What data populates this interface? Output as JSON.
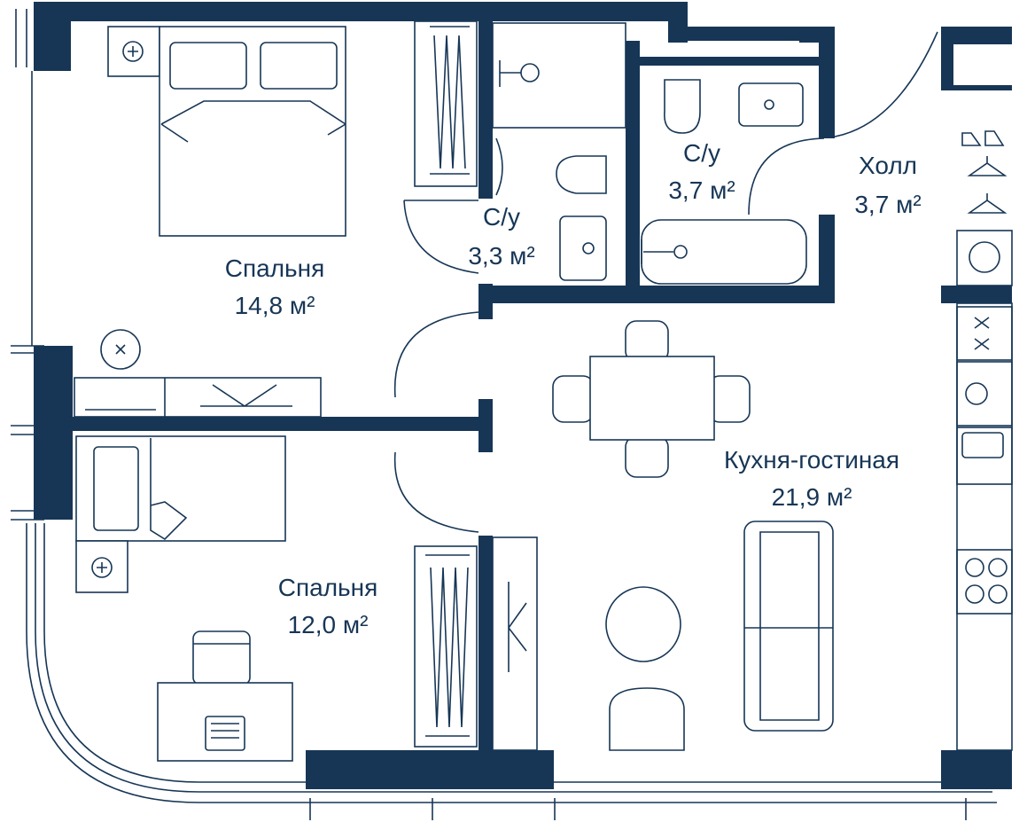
{
  "colors": {
    "wall": "#173656",
    "background": "#ffffff"
  },
  "rooms": [
    {
      "id": "bedroom-1",
      "name": "Спальня",
      "area": "14,8 м²"
    },
    {
      "id": "bathroom-1",
      "name": "С/у",
      "area": "3,3 м²"
    },
    {
      "id": "bathroom-2",
      "name": "С/у",
      "area": "3,7 м²"
    },
    {
      "id": "hall",
      "name": "Холл",
      "area": "3,7 м²"
    },
    {
      "id": "kitchen-living",
      "name": "Кухня-гостиная",
      "area": "21,9 м²"
    },
    {
      "id": "bedroom-2",
      "name": "Спальня",
      "area": "12,0 м²"
    }
  ],
  "icons": [
    "double-bed-icon",
    "single-bed-icon",
    "nightstand-icon",
    "desk-icon",
    "chair-icon",
    "laptop-icon",
    "dining-table-icon",
    "sofa-icon",
    "round-table-icon",
    "armchair-icon",
    "wardrobe-icon",
    "shower-icon",
    "toilet-icon",
    "sink-icon",
    "bathtub-icon",
    "hanger-icon",
    "shoes-icon",
    "washing-machine-icon",
    "stove-icon",
    "kitchen-sink-icon",
    "dishwasher-icon",
    "door-icon"
  ]
}
